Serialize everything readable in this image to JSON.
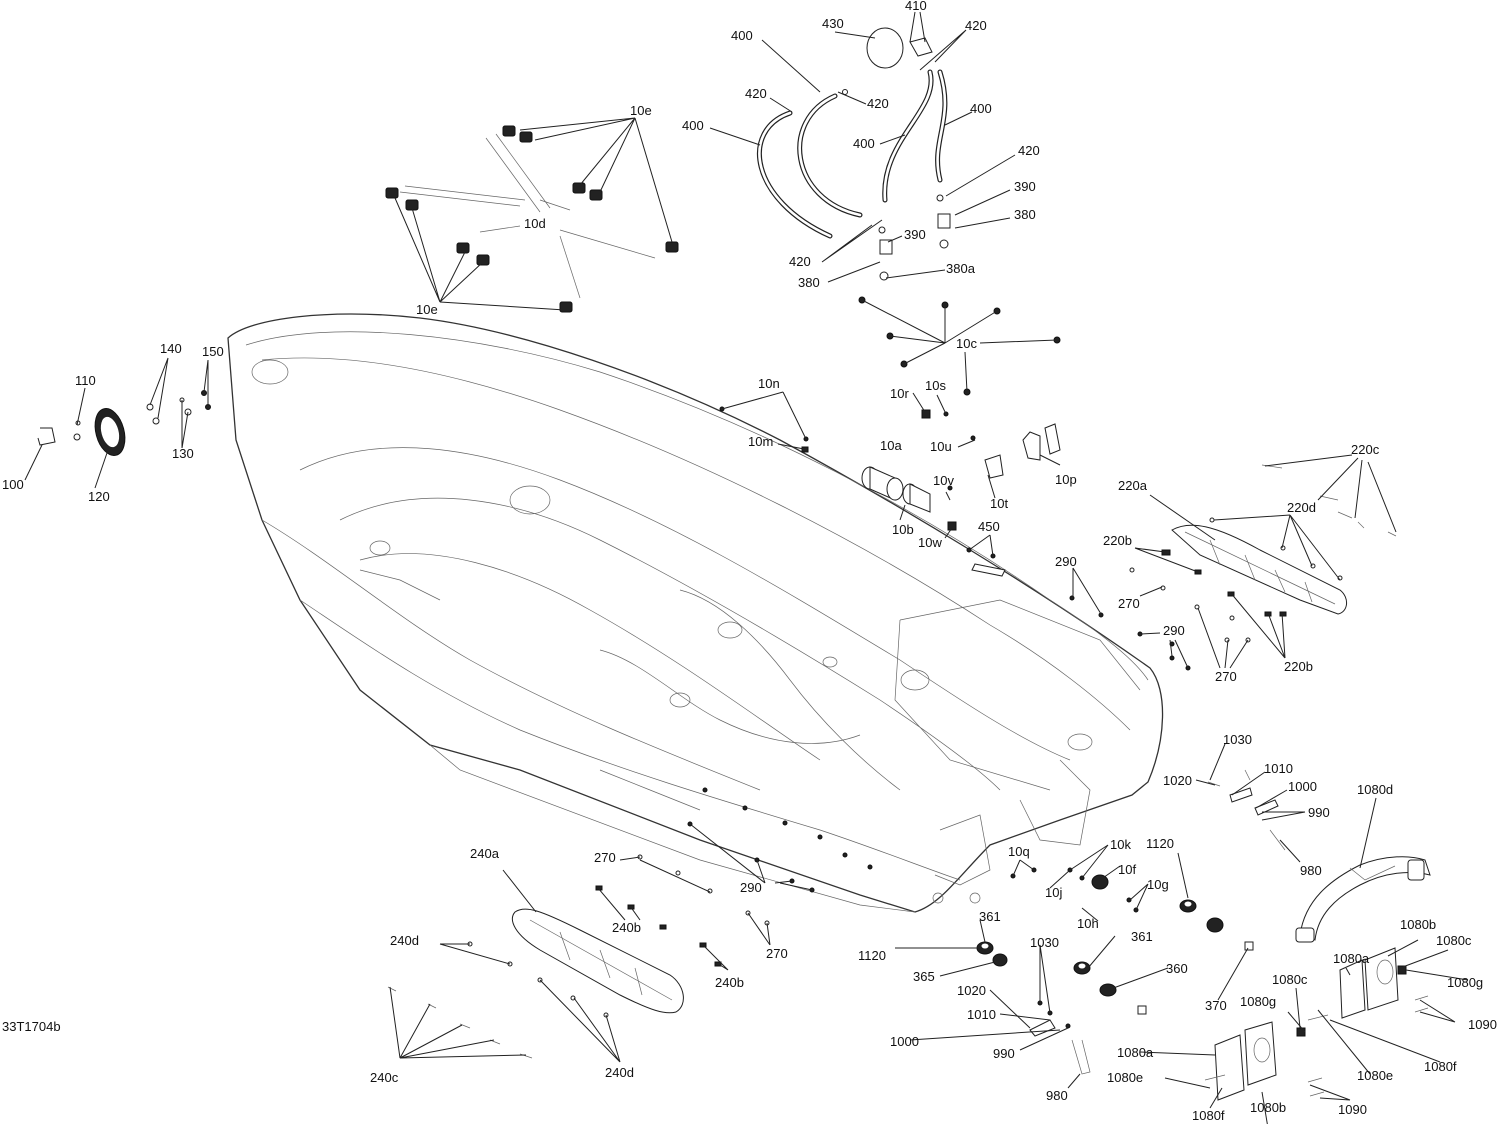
{
  "diagram_code": "33T1704b",
  "callouts": {
    "c430": "430",
    "c410": "410",
    "c420a": "420",
    "c400a": "400",
    "c420b": "420",
    "c420c": "420",
    "c400b": "400",
    "c400c": "400",
    "c400d": "400",
    "c420d": "420",
    "c390a": "390",
    "c380a": "380",
    "c390b": "390",
    "c420e": "420",
    "c380b": "380",
    "c380c": "380a",
    "c10e_top": "10e",
    "c10d": "10d",
    "c10e_bot": "10e",
    "c10c": "10c",
    "c10r": "10r",
    "c10s": "10s",
    "c10n": "10n",
    "c10m": "10m",
    "c10a": "10a",
    "c10u": "10u",
    "c10p": "10p",
    "c10t": "10t",
    "c10v": "10v",
    "c10b": "10b",
    "c10w": "10w",
    "c450": "450",
    "c140": "140",
    "c150": "150",
    "c110": "110",
    "c130": "130",
    "c100": "100",
    "c120": "120",
    "c220c": "220c",
    "c220a": "220a",
    "c220d": "220d",
    "c220b_top": "220b",
    "c290a": "290",
    "c270a": "270",
    "c290b": "290",
    "c270b": "270",
    "c220b_bot": "220b",
    "c1030a": "1030",
    "c1010a": "1010",
    "c1020a": "1020",
    "c1000a": "1000",
    "c990a": "990",
    "c980a": "980",
    "c1080d": "1080d",
    "c240a": "240a",
    "c270c": "270",
    "c290c": "290",
    "c240b_top": "240b",
    "c270d": "270",
    "c240b_bot": "240b",
    "c240d_top": "240d",
    "c240c": "240c",
    "c240d_bot": "240d",
    "c10q": "10q",
    "c10k": "10k",
    "c10f": "10f",
    "c10j": "10j",
    "c1120a": "1120",
    "c10g": "10g",
    "c10h": "10h",
    "c361a": "361",
    "c1120b": "1120",
    "c365": "365",
    "c1030b": "1030",
    "c361b": "361",
    "c360": "360",
    "c1020b": "1020",
    "c1010b": "1010",
    "c370": "370",
    "c1000b": "1000",
    "c990b": "990",
    "c980b": "980",
    "c1080b_top": "1080b",
    "c1080c_top": "1080c",
    "c1080a_top": "1080a",
    "c1080g_top": "1080g",
    "c1080c_mid": "1080c",
    "c1080g_mid": "1080g",
    "c1090_top": "1090",
    "c1080f_right": "1080f",
    "c1080e_right": "1080e",
    "c1080a_bot": "1080a",
    "c1080e_bot": "1080e",
    "c1080f_bot": "1080f",
    "c1080b_bot": "1080b",
    "c1090_bot": "1090"
  }
}
